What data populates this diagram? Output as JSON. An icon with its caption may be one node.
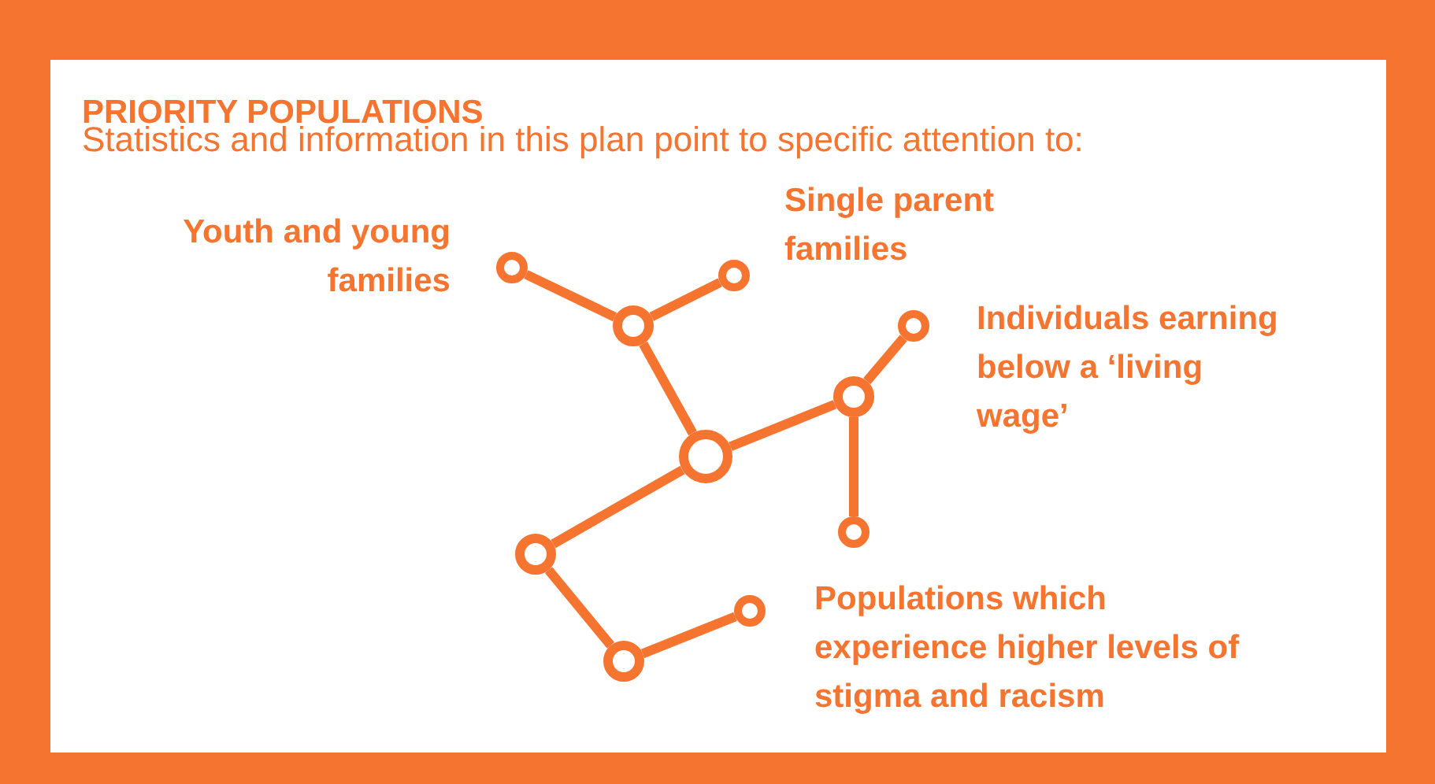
{
  "diagram": {
    "title": "PRIORITY POPULATIONS",
    "nodes": [
      {
        "text": [],
        "shape": "circle"
      },
      {
        "text": [],
        "shape": "circle"
      },
      {
        "text": [],
        "shape": "circle"
      },
      {
        "text": [],
        "shape": "circle"
      },
      {
        "text": [],
        "shape": "circle"
      },
      {
        "text": [],
        "shape": "circle"
      },
      {
        "text": [],
        "shape": "circle"
      },
      {
        "text": [],
        "shape": "circle"
      },
      {
        "text": [],
        "shape": "circle"
      },
      {
        "text": [],
        "shape": "circle"
      }
    ],
    "edges": [
      {
        "from": 0,
        "to": 3,
        "arrow": "none"
      },
      {
        "from": 3,
        "to": 5,
        "arrow": "none"
      },
      {
        "from": 3,
        "to": 4,
        "arrow": "none"
      },
      {
        "from": 4,
        "to": 7,
        "arrow": "none"
      },
      {
        "from": 7,
        "to": 9,
        "arrow": "none"
      },
      {
        "from": 7,
        "to": 8,
        "arrow": "none"
      },
      {
        "from": 4,
        "to": 1,
        "arrow": "none"
      },
      {
        "from": 1,
        "to": 2,
        "arrow": "none"
      },
      {
        "from": 2,
        "to": 6,
        "arrow": "none"
      }
    ],
    "labels": [
      "Statistics and information in this plan point to specific attention to:",
      "Youth and young families",
      "Single parent families",
      "Individuals earning below a ‘living wage’",
      "Populations which experience higher levels of stigma and racism"
    ]
  }
}
